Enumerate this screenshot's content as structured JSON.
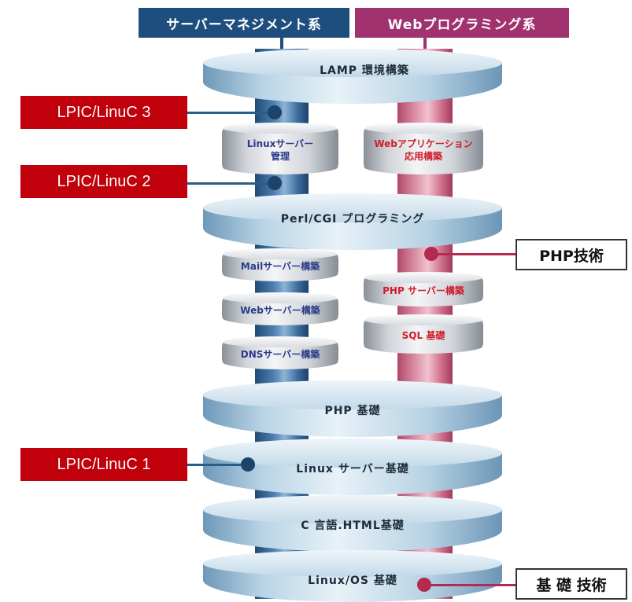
{
  "colors": {
    "management_blue": "#1d4e7d",
    "web_purple": "#a0336f",
    "lpic_red": "#c0000b",
    "right_line": "#b52a4f",
    "left_line": "#2a5d86"
  },
  "headers": {
    "left": "サーバーマネジメント系",
    "right": "Webプログラミング系"
  },
  "discs": [
    {
      "label": "LAMP 環境構築"
    },
    {
      "label": "Perl/CGI プログラミング"
    },
    {
      "label": "PHP 基礎"
    },
    {
      "label": "Linux サーバー基礎"
    },
    {
      "label": "C 言語.HTML基礎"
    },
    {
      "label": "Linux/OS 基礎"
    }
  ],
  "left_modules": [
    {
      "label": "Linuxサーバー\n管理"
    },
    {
      "label": "Mailサーバー構築"
    },
    {
      "label": "Webサーバー構築"
    },
    {
      "label": "DNSサーバー構築"
    }
  ],
  "right_modules": [
    {
      "label": "Webアプリケーション\n応用構築"
    },
    {
      "label": "PHP サーバー構築"
    },
    {
      "label": "SQL 基礎"
    }
  ],
  "lpic_labels": [
    {
      "label": "LPIC/LinuC 3"
    },
    {
      "label": "LPIC/LinuC 2"
    },
    {
      "label": "LPIC/LinuC 1"
    }
  ],
  "right_labels": [
    {
      "label": "PHP技術"
    },
    {
      "label": "基 礎 技術"
    }
  ]
}
